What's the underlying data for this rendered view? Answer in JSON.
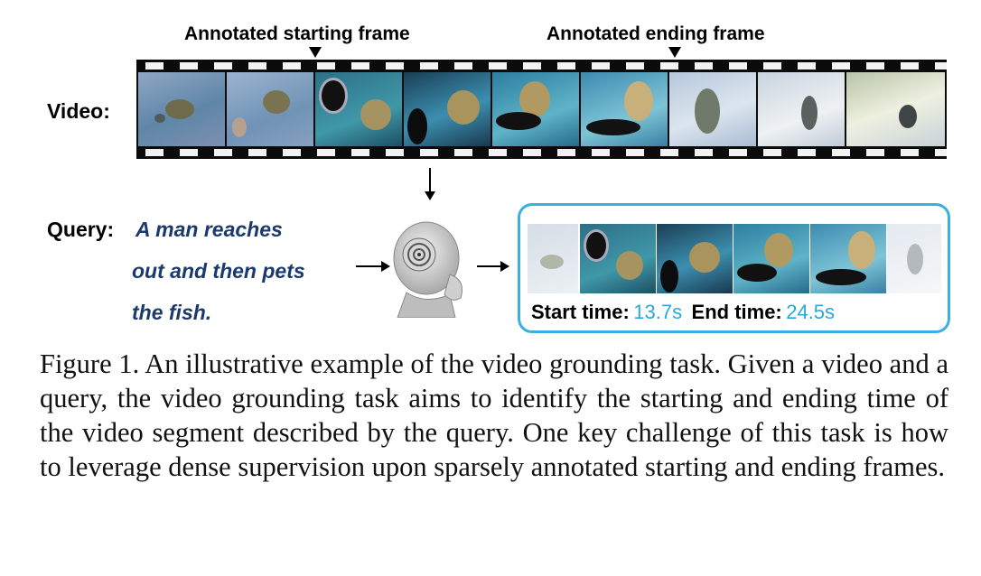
{
  "figure": {
    "start_frame_label": "Annotated starting frame",
    "end_frame_label": "Annotated ending frame",
    "video_label": "Video:",
    "query_label": "Query:",
    "query_lines": [
      "A man reaches",
      "out and then pets",
      "the fish."
    ],
    "start_time_label": "Start time:",
    "start_time_value": "13.7s",
    "end_time_label": "End time:",
    "end_time_value": "24.5s",
    "accent_color": "#29a8de",
    "query_color": "#1a3a6e"
  },
  "caption": {
    "text": "Figure 1. An illustrative example of the video grounding task. Given a video and a query, the video grounding task aims to identify the starting and ending time of the video segment described by the query. One key challenge of this task is how to leverage dense supervision upon sparsely annotated starting and ending frames."
  }
}
